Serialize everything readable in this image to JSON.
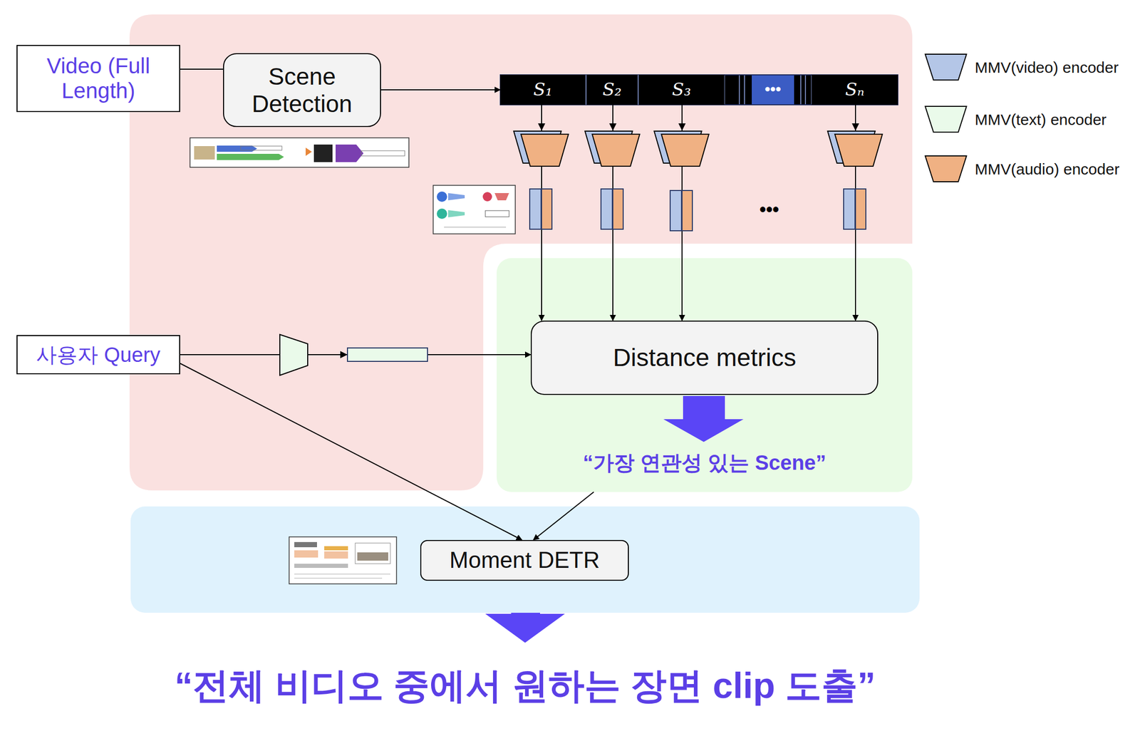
{
  "diagram": {
    "nodes": [
      {
        "text": [
          "Video (Full Length)"
        ]
      },
      {
        "text": [
          "Scene Detection"
        ]
      },
      {
        "text": [
          "S₁"
        ]
      },
      {
        "text": [
          "S₂"
        ]
      },
      {
        "text": [
          "S₃"
        ]
      },
      {
        "text": [
          "Sₙ"
        ]
      },
      {
        "text": [
          "사용자 Query"
        ]
      },
      {
        "text": [
          "“가장 연관성 있는 Scene”"
        ]
      },
      {
        "text": [
          "Distance metrics"
        ],
        "in": 7
      },
      {
        "text": [
          "Moment DETR"
        ]
      }
    ],
    "edges": [
      {
        "from": 0,
        "to": 1,
        "arrow": "none"
      },
      {
        "from": 1,
        "to": 2,
        "arrow": "to"
      },
      {
        "from": 2,
        "to": 8,
        "arrow": "to"
      },
      {
        "from": 3,
        "to": 8,
        "arrow": "to"
      },
      {
        "from": 4,
        "to": 8,
        "arrow": "to"
      },
      {
        "from": 5,
        "to": 8,
        "arrow": "to"
      },
      {
        "from": 6,
        "to": 8,
        "arrow": "to"
      },
      {
        "from": 6,
        "to": 9,
        "arrow": "to"
      },
      {
        "from": 7,
        "to": 9,
        "arrow": "to"
      }
    ],
    "labels": [
      "•••",
      "•••",
      "“전체 비디오 중에서 원하는 장면 clip 도출”"
    ],
    "legend": [
      {
        "text": "MMV(video) encoder",
        "color": "#b4c6e7"
      },
      {
        "text": "MMV(text) encoder",
        "color": "#eafaea"
      },
      {
        "text": "MMV(audio) encoder",
        "color": "#f0b183"
      }
    ]
  }
}
